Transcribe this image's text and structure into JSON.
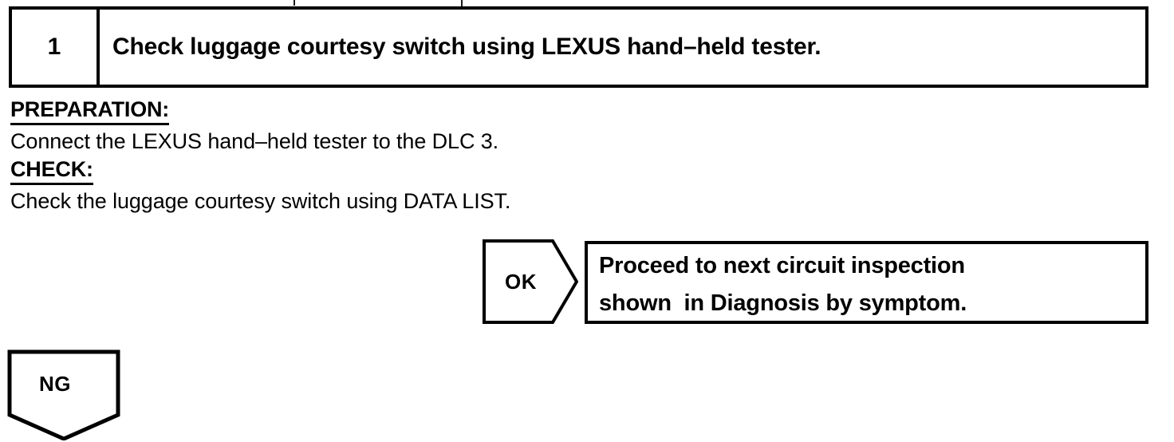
{
  "colors": {
    "ink": "#000000",
    "paper": "#ffffff"
  },
  "step": {
    "number": "1",
    "title": "Check luggage courtesy switch using LEXUS hand–held tester."
  },
  "instructions": [
    {
      "heading": "PREPARATION:",
      "body": "Connect the LEXUS hand–held tester to the DLC 3."
    },
    {
      "heading": "CHECK:",
      "body": "Check the luggage courtesy switch using DATA LIST."
    }
  ],
  "ok_branch": {
    "label": "OK",
    "result_lines": [
      "Proceed to next circuit inspection",
      "shown  in Diagnosis by symptom."
    ]
  },
  "ng_branch": {
    "label": "NG"
  }
}
